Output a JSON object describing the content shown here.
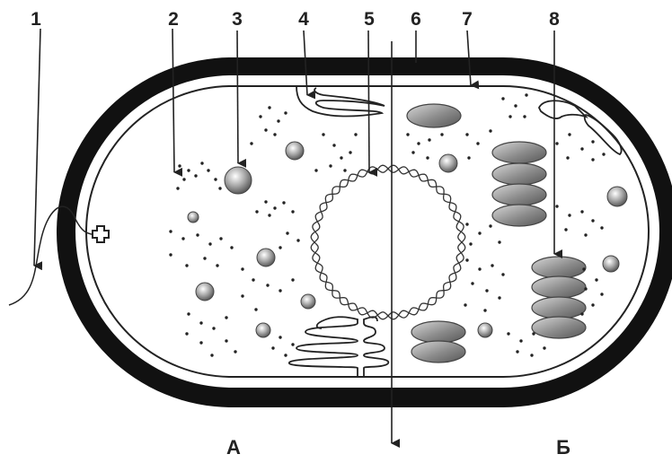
{
  "labels": {
    "l1": "1",
    "l2": "2",
    "l3": "3",
    "l4": "4",
    "l5": "5",
    "l6": "6",
    "l7": "7",
    "l8": "8"
  },
  "sides": {
    "left": "А",
    "right": "Б"
  },
  "colors": {
    "wall": "#111111",
    "outline": "#222222",
    "organelle_fill": "#8a8a8a",
    "background": "#ffffff"
  }
}
